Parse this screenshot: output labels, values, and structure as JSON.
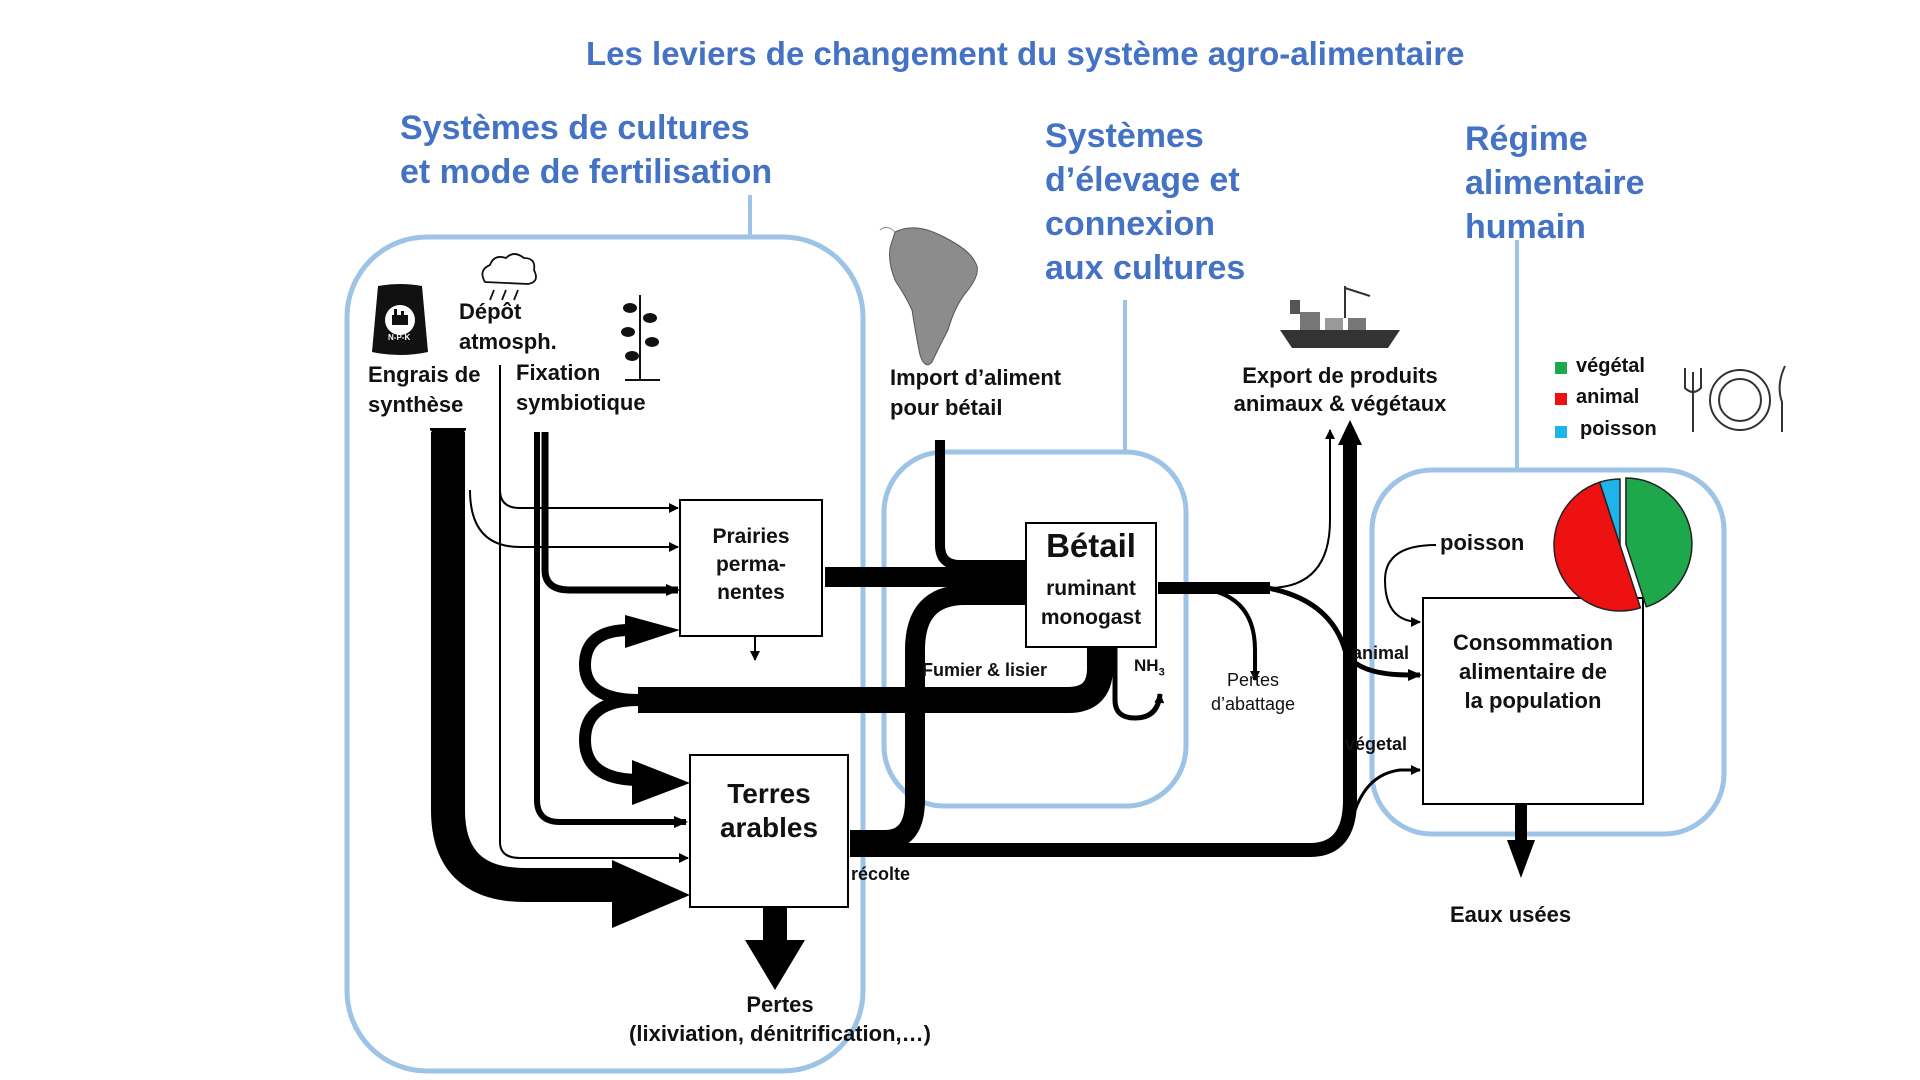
{
  "title": "Les leviers de changement du système agro-alimentaire",
  "sections": {
    "cultures": [
      "Systèmes de cultures",
      "et mode de fertilisation"
    ],
    "elevage": [
      "Systèmes",
      "d’élevage et",
      "connexion",
      "aux cultures"
    ],
    "regime": [
      "Régime",
      "alimentaire",
      "humain"
    ]
  },
  "inputs": {
    "engrais": [
      "Engrais de",
      "synthèse"
    ],
    "engrais_bag": "N-P-K",
    "depot": [
      "Dépôt",
      "atmosph."
    ],
    "fixation": [
      "Fixation",
      "symbiotique"
    ],
    "import": [
      "Import d’aliment",
      "pour bétail"
    ],
    "export": [
      "Export de produits",
      "animaux & végétaux"
    ]
  },
  "nodes": {
    "prairies": [
      "Prairies",
      "perma-",
      "nentes"
    ],
    "betail_title": "Bétail",
    "betail_sub": [
      "ruminant",
      "monogast"
    ],
    "terres": [
      "Terres",
      "arables"
    ],
    "consommation": [
      "Consommation",
      "alimentaire de",
      "la population"
    ]
  },
  "flow_labels": {
    "fumier": "Fumier & lisier",
    "nh3": "NH",
    "nh3_sub": "3",
    "pertes_abattage": [
      "Pertes",
      "d’abattage"
    ],
    "recolte": "récolte",
    "animal": "animal",
    "vegetal": "végetal",
    "poisson": "poisson",
    "pertes": [
      "Pertes",
      "(lixiviation, dénitrification,…)"
    ],
    "eaux": "Eaux usées"
  },
  "legend": {
    "items": [
      {
        "label": "végétal",
        "color": "#1fa84b"
      },
      {
        "label": "animal",
        "color": "#ee1111"
      },
      {
        "label": "poisson",
        "color": "#1eb4ea"
      }
    ]
  },
  "diet_pie": [
    {
      "name": "végétal",
      "fraction": 0.45,
      "color": "#1fa84b"
    },
    {
      "name": "animal",
      "fraction": 0.5,
      "color": "#ee1111"
    },
    {
      "name": "poisson",
      "fraction": 0.05,
      "color": "#1eb4ea"
    }
  ],
  "colors": {
    "accent": "#4472c4",
    "frame": "#9dc3e6",
    "flow": "#000000"
  }
}
